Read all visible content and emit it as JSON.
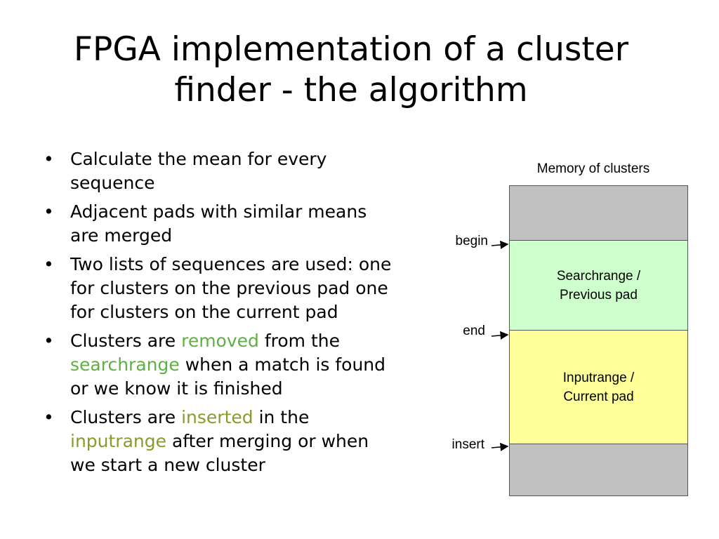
{
  "slide": {
    "title_line1": "FPGA implementation of a cluster",
    "title_line2": "finder - the algorithm"
  },
  "bullets": {
    "b1": "Calculate the mean for every sequence",
    "b2": "Adjacent pads with similar means are merged",
    "b3": "Two lists of sequences are used: one for clusters on the previous pad one for clusters on the current pad",
    "b4_pre": "Clusters are ",
    "b4_hl1": "removed",
    "b4_mid": " from the ",
    "b4_hl2": "searchrange",
    "b4_post": " when a match is found or we know it is finished",
    "b5_pre": "Clusters are ",
    "b5_hl1": "inserted",
    "b5_mid": " in the ",
    "b5_hl2": "inputrange",
    "b5_post": " after merging or when we start a new cluster"
  },
  "diagram": {
    "caption": "Memory of clusters",
    "search_line1": "Searchrange /",
    "search_line2": "Previous pad",
    "input_line1": "Inputrange /",
    "input_line2": "Current pad",
    "ptr_begin": "begin",
    "ptr_end": "end",
    "ptr_insert": "insert"
  },
  "colors": {
    "unused_segment": "#c0c0c0",
    "searchrange_segment": "#ccffcc",
    "inputrange_segment": "#ffff99",
    "highlight_removed": "#5fb043",
    "highlight_inserted": "#8b9a2b"
  }
}
